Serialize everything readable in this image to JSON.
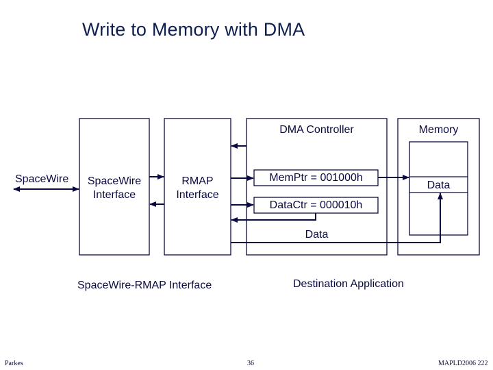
{
  "title": "Write to Memory with DMA",
  "external_link": {
    "label": "SpaceWire"
  },
  "blocks": {
    "spacewire_interface": {
      "line1": "SpaceWire",
      "line2": "Interface"
    },
    "rmap_interface": {
      "line1": "RMAP",
      "line2": "Interface"
    },
    "dma_controller": {
      "label": "DMA Controller",
      "registers": {
        "memptr": "MemPtr = 001000h",
        "datactr": "DataCtr = 000010h"
      },
      "data_bus_label": "Data"
    },
    "memory": {
      "label": "Memory",
      "cell_label": "Data"
    }
  },
  "group_labels": {
    "left": "SpaceWire-RMAP Interface",
    "right": "Destination Application"
  },
  "footer": {
    "author": "Parkes",
    "page": "36",
    "conference": "MAPLD2006 222"
  },
  "colors": {
    "line": "#0a0a40",
    "title": "#0f1f4f"
  }
}
